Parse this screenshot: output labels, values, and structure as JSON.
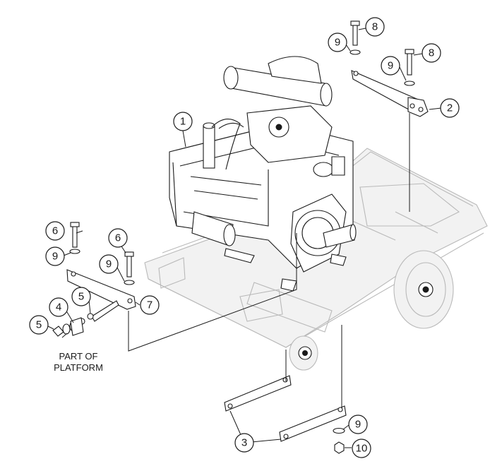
{
  "diagram": {
    "callouts": [
      "1",
      "2",
      "3",
      "4",
      "5",
      "5",
      "6",
      "6",
      "7",
      "8",
      "8",
      "9",
      "9",
      "9",
      "9",
      "9",
      "10"
    ],
    "note": {
      "line1": "PART OF",
      "line2": "PLATFORM"
    }
  }
}
